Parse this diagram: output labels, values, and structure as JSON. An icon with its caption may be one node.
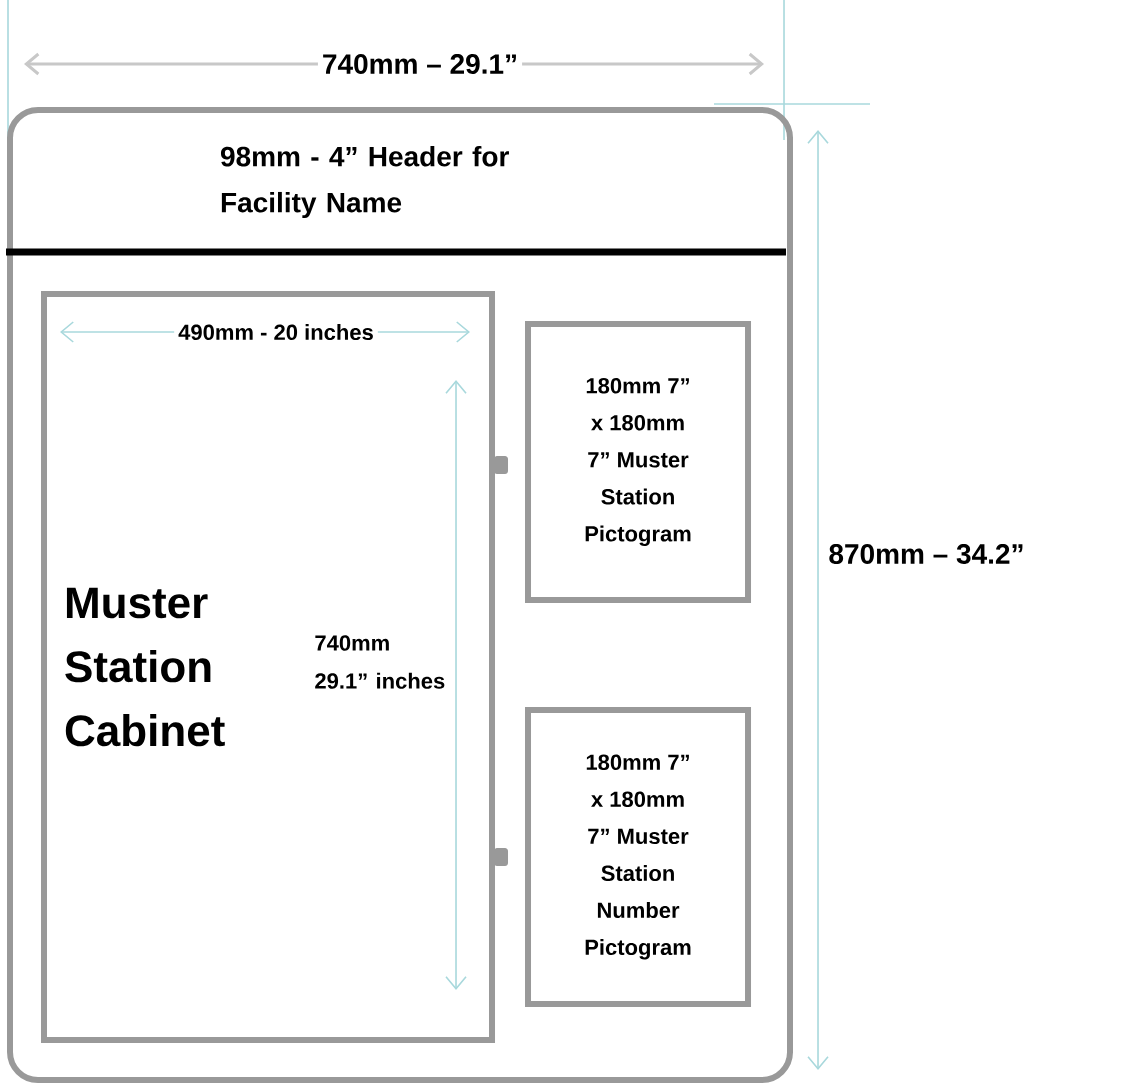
{
  "diagram": {
    "nodes": [
      {
        "text": [],
        "shape": "box"
      },
      {
        "text": [
          "98mm - 4” Header for Facility Name"
        ],
        "in": 0
      },
      {
        "text": [
          "Muster Station Cabinet"
        ],
        "in": 0
      },
      {
        "text": [
          "180mm 7” x 180mm 7” Muster Station Pictogram"
        ],
        "in": 0
      },
      {
        "text": [
          "180mm 7” x 180mm 7” Muster Station Number Pictogram"
        ],
        "in": 0
      }
    ],
    "labels": [
      "740mm – 29.1”",
      "490mm - 20 inches",
      "740mm 29.1” inches",
      "870mm – 34.2”"
    ]
  }
}
